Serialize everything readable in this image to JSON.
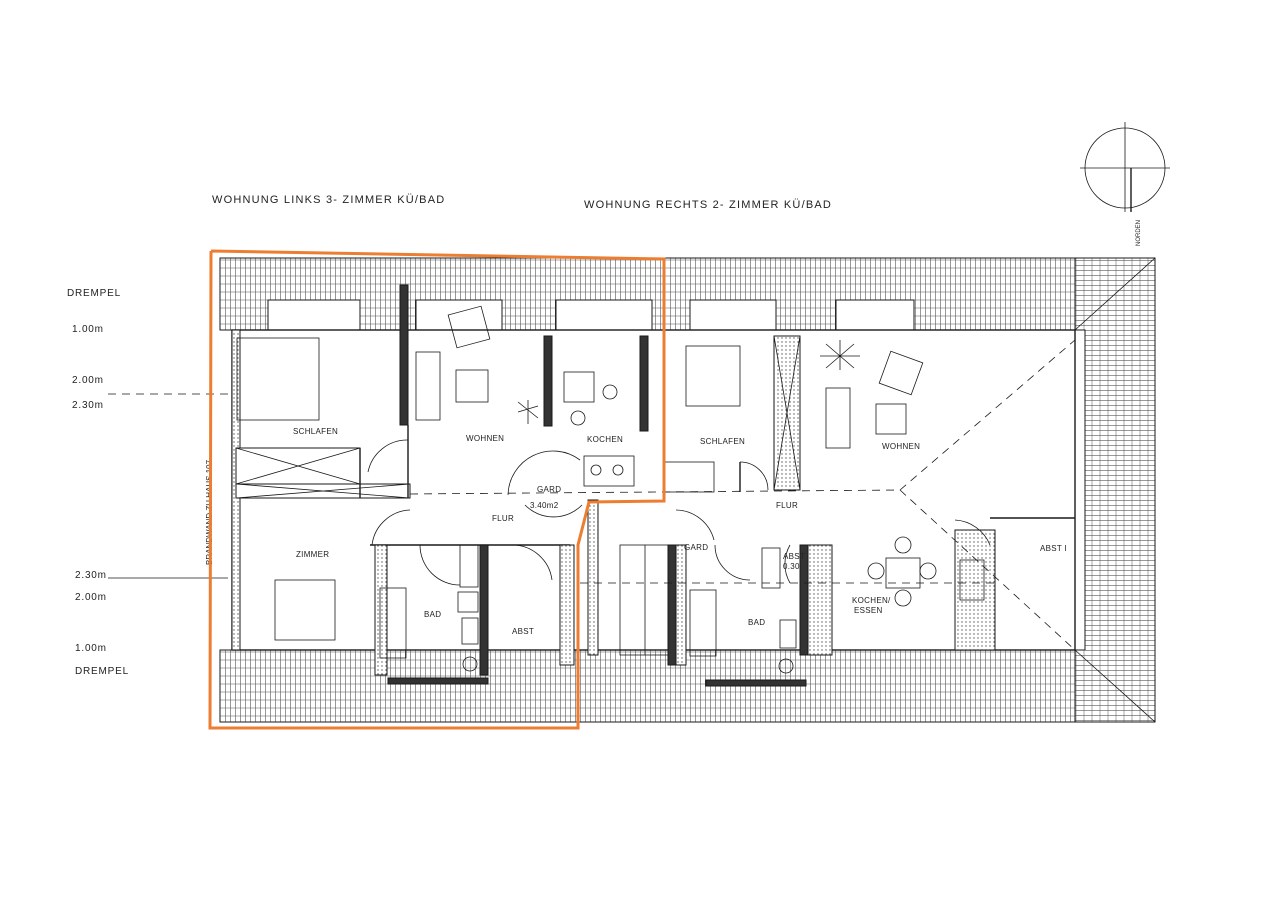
{
  "titles": {
    "left": "WOHNUNG LINKS 3- ZIMMER KÜ/BAD",
    "right": "WOHNUNG RECHTS 2- ZIMMER KÜ/BAD"
  },
  "compass": {
    "label": "NORDEN"
  },
  "heights_top": [
    "DREMPEL",
    "1.00m",
    "2.00m",
    "2.30m"
  ],
  "heights_bottom": [
    "2.30m",
    "2.00m",
    "1.00m",
    "DREMPEL"
  ],
  "party_wall": "BRANDWAND ZU HAUS 107",
  "rooms_left": {
    "schlafen": "SCHLAFEN",
    "wohnen": "WOHNEN",
    "kochen": "KOCHEN",
    "gard": "GARD",
    "gard_area": "3.40m2",
    "flur": "FLUR",
    "zimmer": "ZIMMER",
    "bad": "BAD",
    "abst": "ABST"
  },
  "rooms_right": {
    "schlafen": "SCHLAFEN",
    "wohnen": "WOHNEN",
    "flur": "FLUR",
    "gard": "GARD",
    "abst_small": "ABST",
    "abst_small_area": "0.30",
    "bad": "BAD",
    "kochen_essen_1": "KOCHEN/",
    "kochen_essen_2": "ESSEN",
    "abst1": "ABST I"
  },
  "colors": {
    "highlight": "#ed7d31",
    "ink": "#1a1a1a"
  }
}
